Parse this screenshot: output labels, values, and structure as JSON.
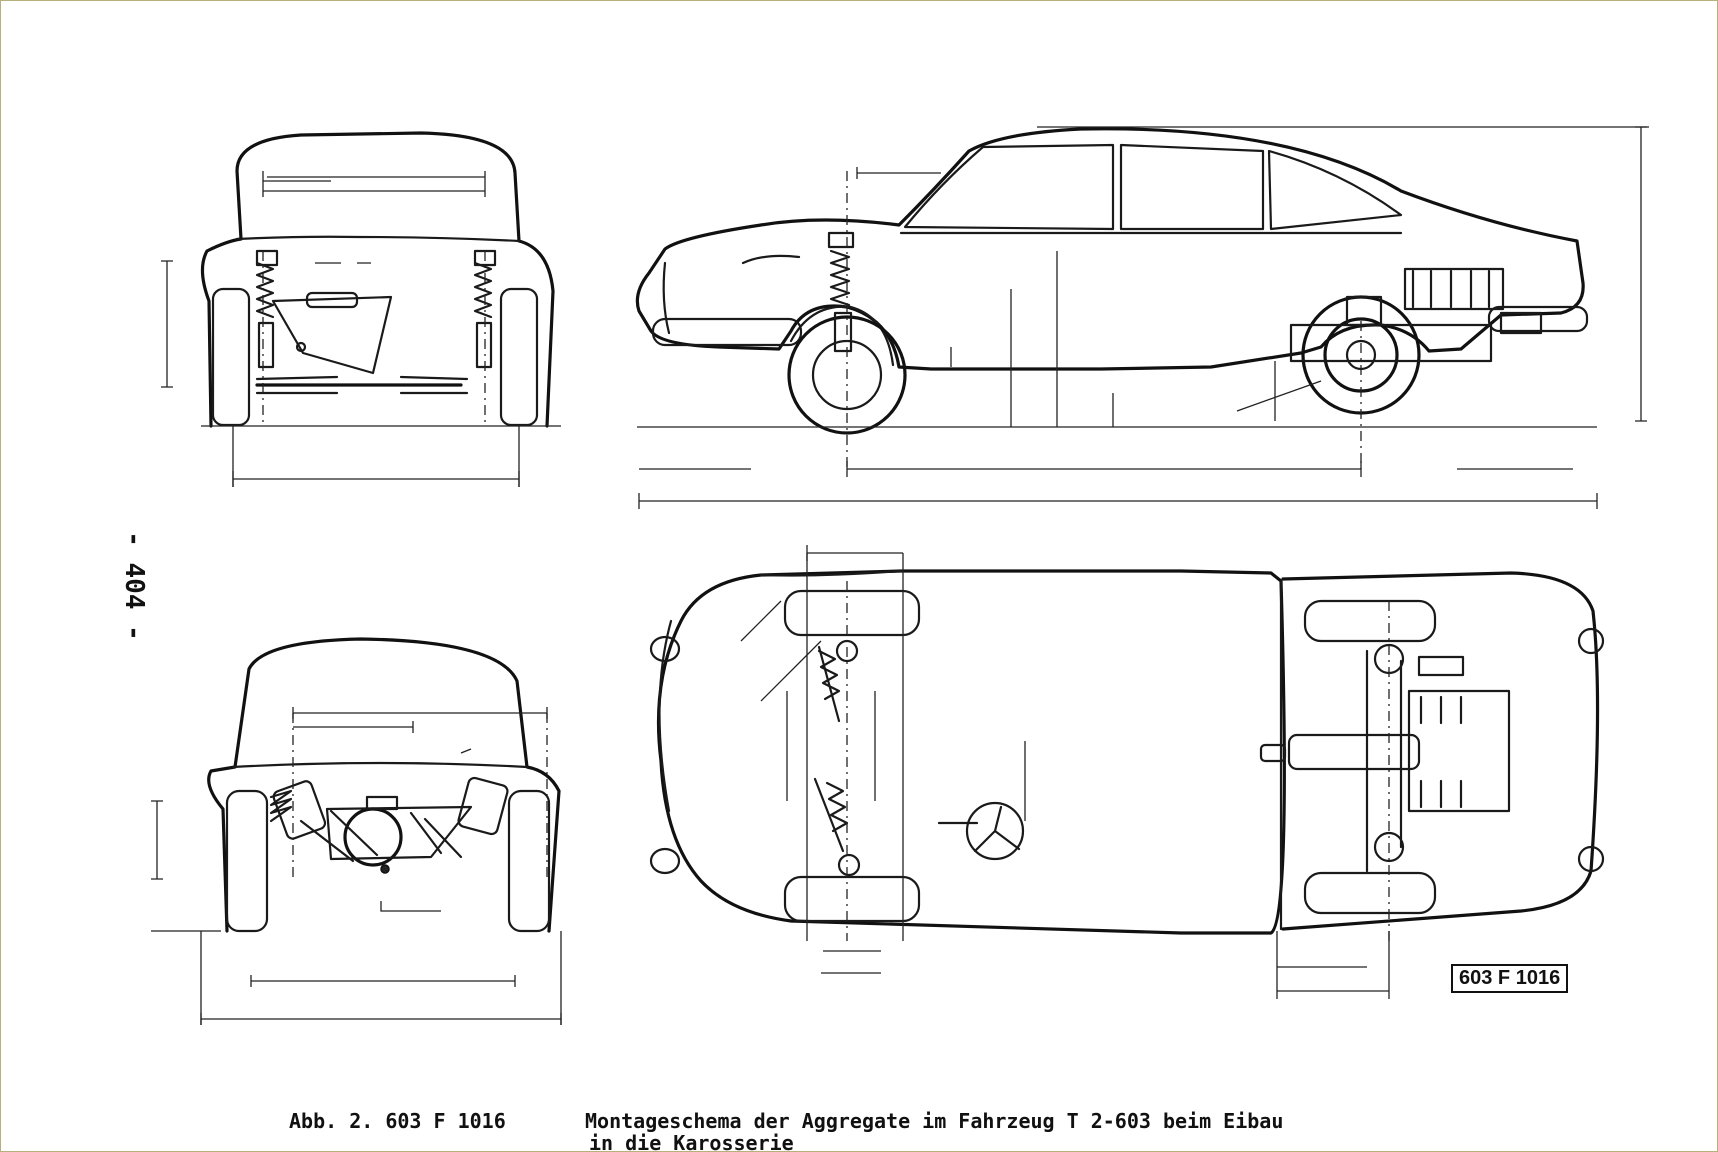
{
  "page_number": "- 404 -",
  "drawing_number": "603 F 1016",
  "caption": {
    "ref": "Abb. 2. 603 F 1016",
    "text_line1": "Montageschema der Aggregate im Fahrzeug T 2-603 beim Eibau",
    "text_line2": "in die Karosserie"
  }
}
